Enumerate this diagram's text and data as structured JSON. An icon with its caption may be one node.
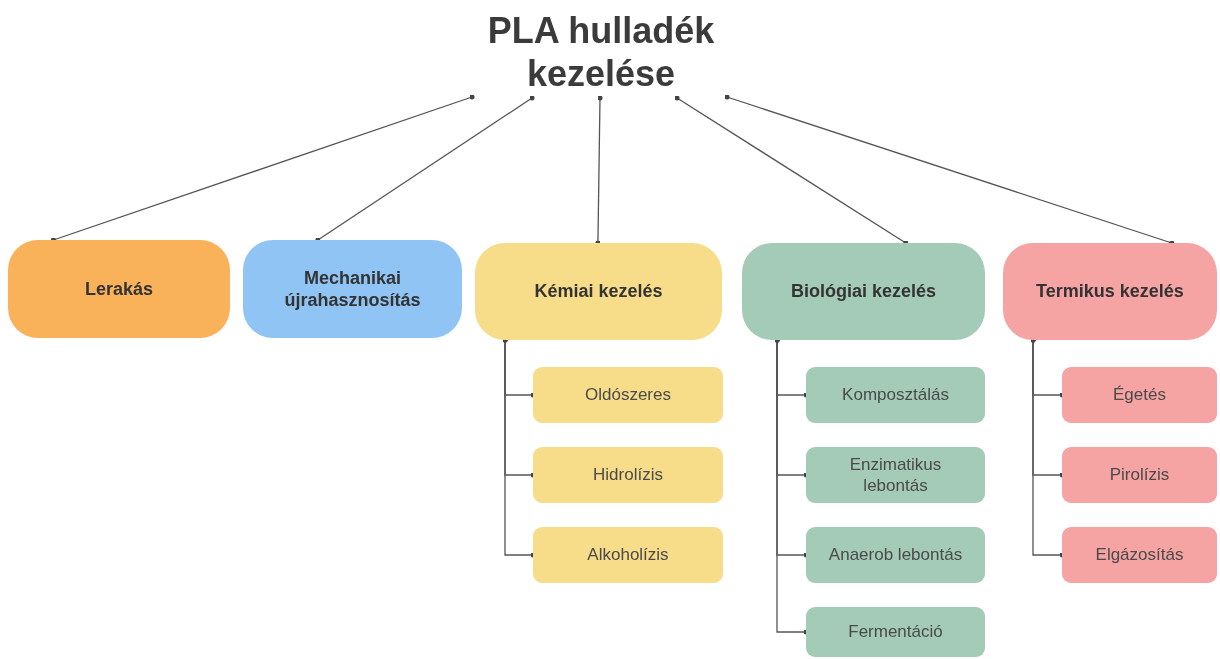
{
  "diagram": {
    "nodes": [
      {
        "text": [
          "PLA hulladék kezelése"
        ]
      },
      {
        "text": [
          "Lerakás"
        ]
      },
      {
        "text": [
          "Mechanikai újrahasznosítás"
        ]
      },
      {
        "text": [
          "Kémiai kezelés"
        ]
      },
      {
        "text": [
          "Biológiai kezelés"
        ]
      },
      {
        "text": [
          "Termikus kezelés"
        ]
      },
      {
        "text": [
          "Oldószeres"
        ]
      },
      {
        "text": [
          "Hidrolízis"
        ]
      },
      {
        "text": [
          "Alkoholízis"
        ]
      },
      {
        "text": [
          "Komposztálás"
        ]
      },
      {
        "text": [
          "Enzimatikus lebontás"
        ]
      },
      {
        "text": [
          "Anaerob lebontás"
        ]
      },
      {
        "text": [
          "Fermentáció"
        ]
      },
      {
        "text": [
          "Égetés"
        ]
      },
      {
        "text": [
          "Pirolízis"
        ]
      },
      {
        "text": [
          "Elgázosítás"
        ]
      }
    ],
    "edges": [
      {
        "from": 0,
        "to": 1,
        "arrow": "other"
      },
      {
        "from": 0,
        "to": 2,
        "arrow": "other"
      },
      {
        "from": 0,
        "to": 3,
        "arrow": "other"
      },
      {
        "from": 0,
        "to": 4,
        "arrow": "other"
      },
      {
        "from": 0,
        "to": 5,
        "arrow": "other"
      },
      {
        "from": 3,
        "to": 6,
        "arrow": "other"
      },
      {
        "from": 3,
        "to": 7,
        "arrow": "other"
      },
      {
        "from": 3,
        "to": 8,
        "arrow": "other"
      },
      {
        "from": 4,
        "to": 9,
        "arrow": "other"
      },
      {
        "from": 4,
        "to": 10,
        "arrow": "other"
      },
      {
        "from": 4,
        "to": 11,
        "arrow": "other"
      },
      {
        "from": 4,
        "to": 12,
        "arrow": "other"
      },
      {
        "from": 5,
        "to": 13,
        "arrow": "other"
      },
      {
        "from": 5,
        "to": 14,
        "arrow": "other"
      },
      {
        "from": 5,
        "to": 15,
        "arrow": "other"
      }
    ]
  }
}
